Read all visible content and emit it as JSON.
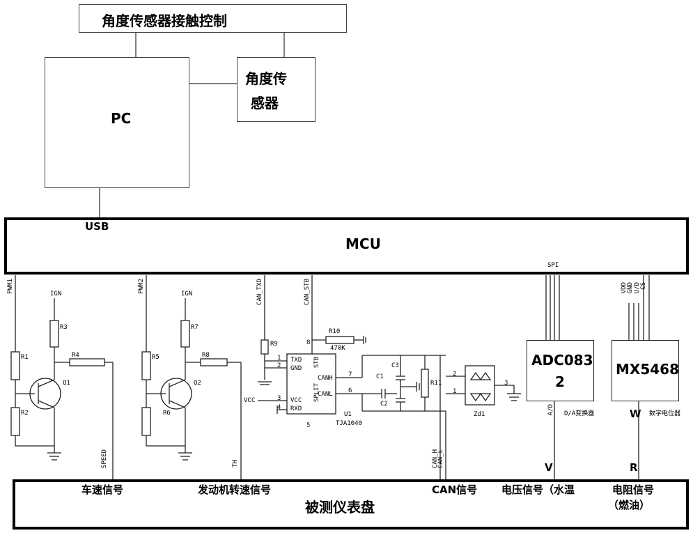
{
  "blocks": {
    "top_box": "角度传感器接触控制",
    "pc": "PC",
    "angle_sensor_line1": "角度传",
    "angle_sensor_line2": "感器",
    "mcu": "MCU",
    "usb": "USB",
    "adc_line1": "ADC083",
    "adc_line2": "2",
    "mx": "MX5468",
    "dashboard": "被测仪表盘"
  },
  "signals": {
    "speed": "车速信号",
    "rpm": "发动机转速信号",
    "can": "CAN信号",
    "voltage": "电压信号（水温",
    "resistance_line1": "电阻信号",
    "resistance_line2": "（燃油）"
  },
  "small_labels": {
    "pwm1": "PWM1",
    "pwm2": "PWM2",
    "ign1": "IGN",
    "ign2": "IGN",
    "r1": "R1",
    "r2": "R2",
    "r3": "R3",
    "r4": "R4",
    "r5": "R5",
    "r6": "R6",
    "r7": "R7",
    "r8": "R8",
    "r9": "R9",
    "r10": "R10",
    "r10_val": "470K",
    "r11": "R11",
    "q1": "Q1",
    "q2": "Q2",
    "speed_net": "SPEED",
    "th_net": "TH",
    "can_txd": "CAN_TXD",
    "can_stb": "CAN_STB",
    "txd": "TXD",
    "gnd_pin": "GND",
    "stb": "STB",
    "vcc_pin": "VCC",
    "rxd": "RXD",
    "split": "SPLIT",
    "canh": "CANH",
    "canl": "CANL",
    "u1": "U1",
    "tja": "TJA1040",
    "c1": "C1",
    "c2": "C2",
    "c3": "C3",
    "vcc": "VCC",
    "pin1": "1",
    "pin2": "2",
    "pin3": "3",
    "pin4": "4",
    "pin5": "5",
    "pin6": "6",
    "pin7": "7",
    "pin8": "8",
    "canh_net": "CAN_H",
    "canl_net": "CAN_L",
    "zd1": "Zd1",
    "zd_pin1": "1",
    "zd_pin2": "2",
    "zd_pin3": "3",
    "spi": "SPI",
    "ad": "A/D",
    "da_conv": "D/A变换器",
    "v": "V",
    "vdd": "VDD",
    "gnd": "GND",
    "uid": "U/D",
    "cs": "CS",
    "w": "W",
    "digital_pot": "数字电位器",
    "r": "R"
  }
}
